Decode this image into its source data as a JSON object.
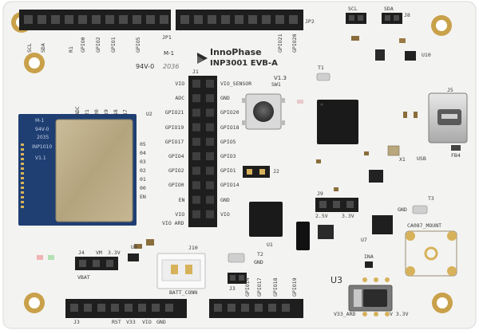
{
  "board": {
    "brand": "InnoPhase",
    "model": "INP3001 EVB-A",
    "version": "V1.3",
    "ul_mark": "94V-0",
    "ul_code": "2036",
    "sp_mark": "M-1"
  },
  "module": {
    "ul_mark": "94V-0",
    "ul_code": "2035",
    "part": "INP1010",
    "version": "V1.1",
    "sp_mark": "M-1"
  },
  "jp1_labels": [
    "SCL",
    "SDA",
    "R1",
    "GPIO0",
    "GPIO2",
    "GPIO1",
    "GPIO5"
  ],
  "jp1_name": "JP1",
  "jp2_name": "JP2",
  "jp2_labels": [
    "GPIO21",
    "GPIO20"
  ],
  "j1_name": "J1",
  "j1_left": [
    "VIO",
    "ADC",
    "GPIO21",
    "GPIO19",
    "GPIO17",
    "GPIO4",
    "GPIO2",
    "GPIO0",
    "EN",
    "VIO"
  ],
  "j1_right": [
    "VIO_SENSOR",
    "GND",
    "GPIO20",
    "GPIO18",
    "GPIO5",
    "GPIO3",
    "GPIO1",
    "GPIO14",
    "GND",
    "VIO"
  ],
  "module_side_labels": [
    "ADC",
    "21",
    "20",
    "19",
    "18",
    "17",
    "05",
    "04",
    "03",
    "02",
    "01",
    "00",
    "EN"
  ],
  "sw1": "SW1",
  "j2": "J2",
  "j9": "J9",
  "j9_labels": [
    "2.5V",
    "3.3V"
  ],
  "t1": "T1",
  "t2": "T2",
  "t2_gnd": "GND",
  "t3": "T3",
  "t3_gnd": "GND",
  "j5": "J5",
  "usb": "USB",
  "fb4": "FB4",
  "x1": "X1",
  "ca087": "CA087_MOUNT",
  "jsc": "SCL",
  "jsd": "SDA",
  "j8": "J8",
  "u1": "U1",
  "u2": "U2",
  "u3": "U3",
  "u7": "U7",
  "u9": "U9",
  "u10": "U10",
  "ina": "INA",
  "j4": "J4",
  "j4_labels": [
    "VM",
    "3.3V"
  ],
  "vbat": "VBAT",
  "j10": "J10",
  "batt": "BATT_CONN",
  "j3": "J3",
  "j3_labels": [
    "GPIO14",
    "GPIO17",
    "GPIO18",
    "GPIO19"
  ],
  "vio_ard": "VIO ARD",
  "v33_ard": "V33_ARD",
  "v33": "V 3.3V",
  "bottom_header_labels": [
    "J3",
    "RST",
    "V33",
    "VIO",
    "GND"
  ],
  "colors": {
    "board": "#f4f4f2",
    "header": "#1e1e1e",
    "module_bg": "#1f3f73",
    "shield": "#b9ab86",
    "mount_ring": "#c9a14a",
    "gold_pin": "#d7b25a"
  }
}
